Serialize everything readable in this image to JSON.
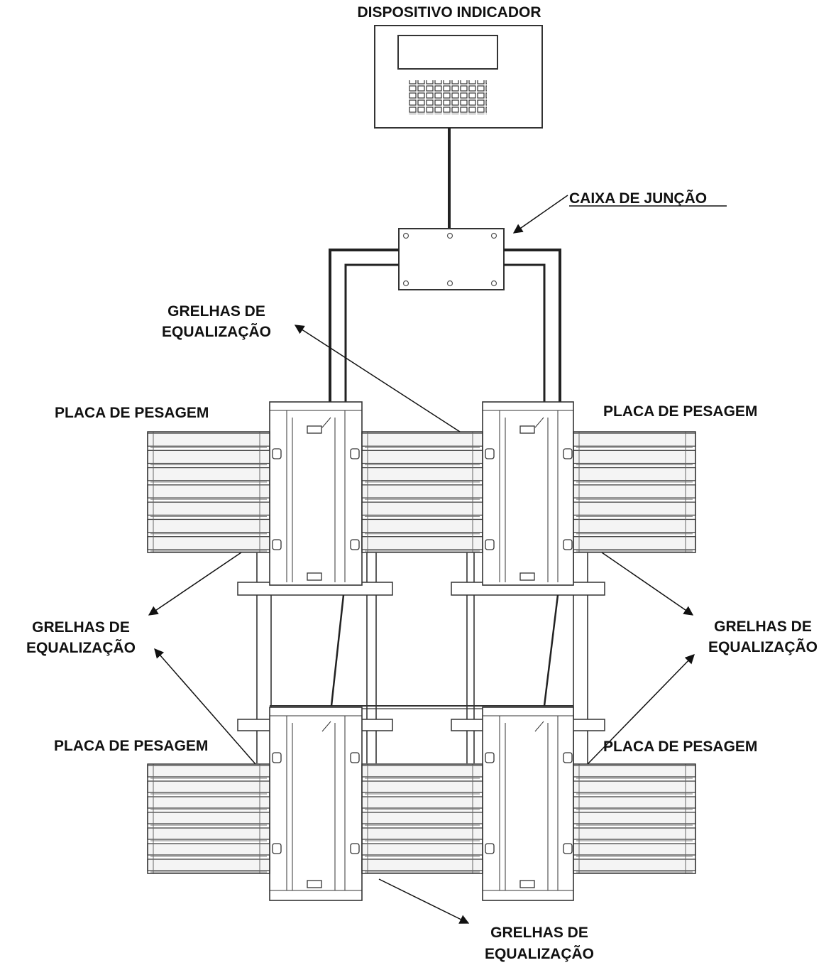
{
  "labels": {
    "indicator": "DISPOSITIVO INDICADOR",
    "junction_box": "CAIXA DE JUNÇÃO",
    "grid_line1": "GRELHAS DE",
    "grid_line2": "EQUALIZAÇÃO",
    "plate": "PLACA DE PESAGEM"
  }
}
